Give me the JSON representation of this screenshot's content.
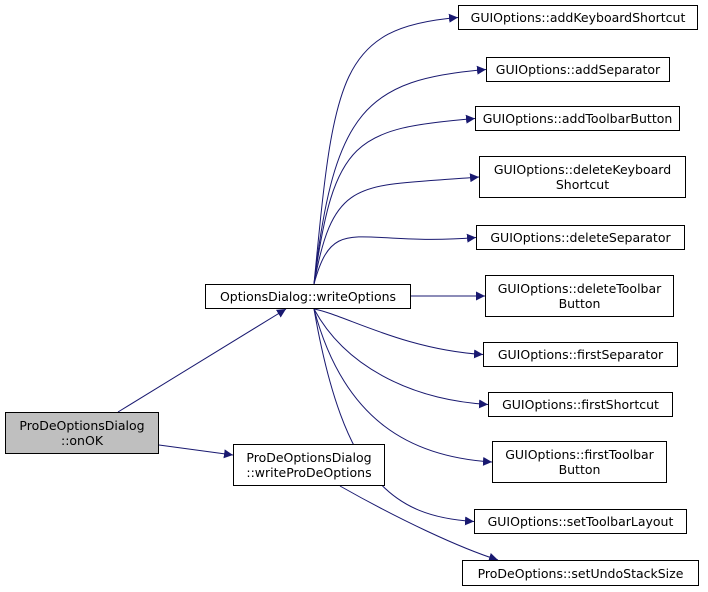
{
  "colors": {
    "edge": "#191970",
    "node_border": "#000000",
    "current_node_fill": "#bfbfbf",
    "node_fill": "#ffffff"
  },
  "nodes": [
    {
      "id": "onok",
      "lines": [
        "ProDeOptionsDialog",
        "::onOK"
      ],
      "current": true
    },
    {
      "id": "writeoptions",
      "lines": [
        "OptionsDialog::writeOptions"
      ]
    },
    {
      "id": "writeprodeoptions",
      "lines": [
        "ProDeOptionsDialog",
        "::writeProDeOptions"
      ]
    },
    {
      "id": "addkeyboardshortcut",
      "lines": [
        "GUIOptions::addKeyboardShortcut"
      ]
    },
    {
      "id": "addseparator",
      "lines": [
        "GUIOptions::addSeparator"
      ]
    },
    {
      "id": "addtoolbarbutton",
      "lines": [
        "GUIOptions::addToolbarButton"
      ]
    },
    {
      "id": "deletekeyboardshortcut",
      "lines": [
        "GUIOptions::deleteKeyboard",
        "Shortcut"
      ]
    },
    {
      "id": "deleteseparator",
      "lines": [
        "GUIOptions::deleteSeparator"
      ]
    },
    {
      "id": "deletetoolbarbutton",
      "lines": [
        "GUIOptions::deleteToolbar",
        "Button"
      ]
    },
    {
      "id": "firstseparator",
      "lines": [
        "GUIOptions::firstSeparator"
      ]
    },
    {
      "id": "firstshortcut",
      "lines": [
        "GUIOptions::firstShortcut"
      ]
    },
    {
      "id": "firsttoolbarbutton",
      "lines": [
        "GUIOptions::firstToolbar",
        "Button"
      ]
    },
    {
      "id": "settoolbarlayout",
      "lines": [
        "GUIOptions::setToolbarLayout"
      ]
    },
    {
      "id": "setundostacksize",
      "lines": [
        "ProDeOptions::setUndoStackSize"
      ]
    }
  ],
  "edges": [
    {
      "from": "onok",
      "to": "writeoptions"
    },
    {
      "from": "onok",
      "to": "writeprodeoptions"
    },
    {
      "from": "writeoptions",
      "to": "addkeyboardshortcut"
    },
    {
      "from": "writeoptions",
      "to": "addseparator"
    },
    {
      "from": "writeoptions",
      "to": "addtoolbarbutton"
    },
    {
      "from": "writeoptions",
      "to": "deletekeyboardshortcut"
    },
    {
      "from": "writeoptions",
      "to": "deleteseparator"
    },
    {
      "from": "writeoptions",
      "to": "deletetoolbarbutton"
    },
    {
      "from": "writeoptions",
      "to": "firstseparator"
    },
    {
      "from": "writeoptions",
      "to": "firstshortcut"
    },
    {
      "from": "writeoptions",
      "to": "firsttoolbarbutton"
    },
    {
      "from": "writeoptions",
      "to": "settoolbarlayout"
    },
    {
      "from": "writeprodeoptions",
      "to": "setundostacksize"
    }
  ]
}
